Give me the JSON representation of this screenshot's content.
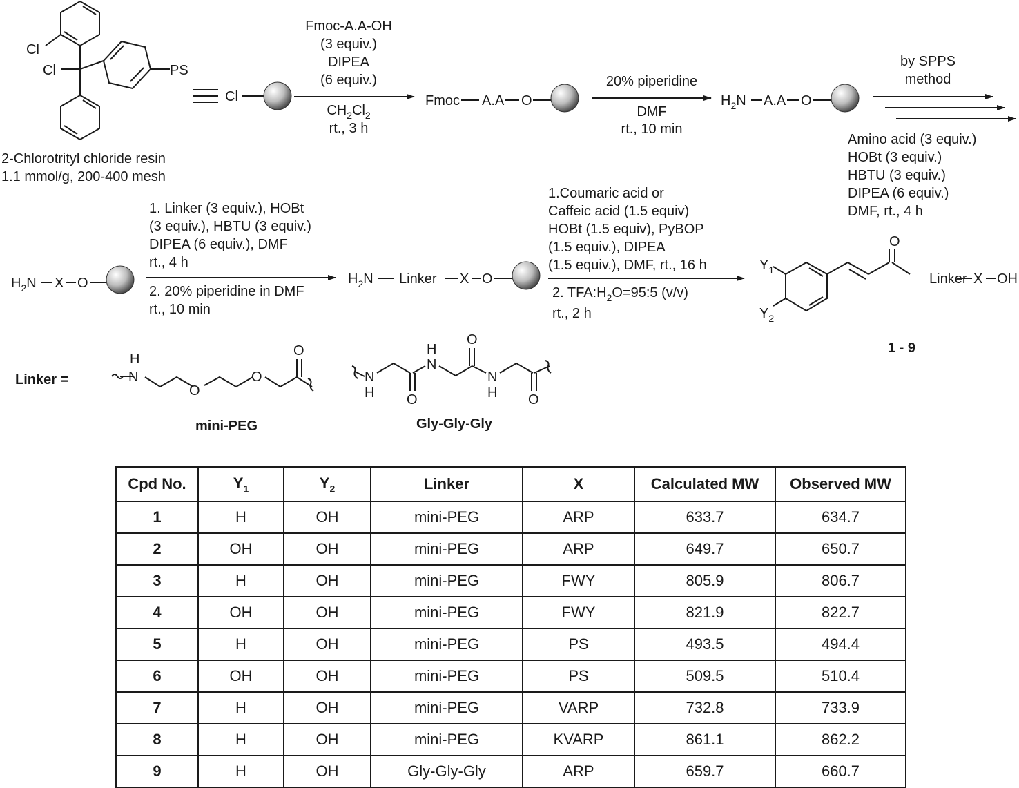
{
  "scheme": {
    "resin_name": "2-Chlorotrityl chloride resin",
    "resin_spec": "1.1 mmol/g, 200-400 mesh",
    "resin_atoms": {
      "cl1": "Cl",
      "cl2": "Cl",
      "ps": "PS",
      "cl3": "Cl"
    },
    "step1": {
      "l1": "Fmoc-A.A-OH",
      "l2": "(3 equiv.)",
      "l3": "DIPEA",
      "l4": "(6 equiv.)",
      "b1": "CH",
      "b1_sub": "2",
      "b1_mid": "Cl",
      "b1_sub2": "2",
      "b2": "rt., 3 h"
    },
    "product1": {
      "fmoc": "Fmoc",
      "aa": "A.A",
      "o": "O"
    },
    "step2": {
      "top": "20% piperidine",
      "b1": "DMF",
      "b2": "rt., 10 min"
    },
    "product2": {
      "h": "H",
      "sub": "2",
      "n": "N",
      "aa": "A.A",
      "o": "O"
    },
    "step3": {
      "t1": "by SPPS",
      "t2": "method",
      "b1": "Amino acid (3 equiv.)",
      "b2": "HOBt (3 equiv.)",
      "b3": "HBTU (3 equiv.)",
      "b4": "DIPEA (6 equiv.)",
      "b5": "DMF,  rt., 4 h"
    },
    "start2": {
      "h": "H",
      "sub": "2",
      "n": "N",
      "x": "X",
      "o": "O"
    },
    "step4": {
      "t1": "1. Linker (3 equiv.), HOBt",
      "t2": "(3 equiv.), HBTU (3 equiv.)",
      "t3": "DIPEA (6 equiv.), DMF",
      "t4": "rt., 4 h",
      "b1": "2. 20% piperidine in DMF",
      "b2": "rt., 10 min"
    },
    "product3": {
      "h": "H",
      "sub": "2",
      "n": "N",
      "linker": "Linker",
      "x": "X",
      "o": "O"
    },
    "step5": {
      "t1": "1.Coumaric acid or",
      "t2": "Caffeic acid (1.5 equiv)",
      "t3": "HOBt (1.5 equiv), PyBOP",
      "t4": "(1.5 equiv.), DIPEA",
      "t5": "(1.5 equiv.), DMF,  rt., 16 h",
      "b1": "2. TFA:H",
      "b1_sub": "2",
      "b1_rest": "O=95:5 (v/v)",
      "b2": "rt., 2 h"
    },
    "final": {
      "y": "Y",
      "y1_sub": "1",
      "y2_sub": "2",
      "o": "O",
      "linker": "Linker",
      "x": "X",
      "oh": "OH",
      "compound_range": "1 - 9"
    },
    "linker_def": {
      "label": "Linker =",
      "minipeg_name": "mini-PEG",
      "ggg_name": "Gly-Gly-Gly",
      "h": "H",
      "n": "N",
      "o": "O"
    }
  },
  "table": {
    "headers": {
      "cpd": "Cpd No.",
      "y": "Y",
      "y1_sub": "1",
      "y2_sub": "2",
      "linker": "Linker",
      "x": "X",
      "calc": "Calculated MW",
      "obs": "Observed MW"
    },
    "rows": [
      {
        "cpd": "1",
        "y1": "H",
        "y2": "OH",
        "linker": "mini-PEG",
        "x": "ARP",
        "calc": "633.7",
        "obs": "634.7"
      },
      {
        "cpd": "2",
        "y1": "OH",
        "y2": "OH",
        "linker": "mini-PEG",
        "x": "ARP",
        "calc": "649.7",
        "obs": "650.7"
      },
      {
        "cpd": "3",
        "y1": "H",
        "y2": "OH",
        "linker": "mini-PEG",
        "x": "FWY",
        "calc": "805.9",
        "obs": "806.7"
      },
      {
        "cpd": "4",
        "y1": "OH",
        "y2": "OH",
        "linker": "mini-PEG",
        "x": "FWY",
        "calc": "821.9",
        "obs": "822.7"
      },
      {
        "cpd": "5",
        "y1": "H",
        "y2": "OH",
        "linker": "mini-PEG",
        "x": "PS",
        "calc": "493.5",
        "obs": "494.4"
      },
      {
        "cpd": "6",
        "y1": "OH",
        "y2": "OH",
        "linker": "mini-PEG",
        "x": "PS",
        "calc": "509.5",
        "obs": "510.4"
      },
      {
        "cpd": "7",
        "y1": "H",
        "y2": "OH",
        "linker": "mini-PEG",
        "x": "VARP",
        "calc": "732.8",
        "obs": "733.9"
      },
      {
        "cpd": "8",
        "y1": "H",
        "y2": "OH",
        "linker": "mini-PEG",
        "x": "KVARP",
        "calc": "861.1",
        "obs": "862.2"
      },
      {
        "cpd": "9",
        "y1": "H",
        "y2": "OH",
        "linker": "Gly-Gly-Gly",
        "x": "ARP",
        "calc": "659.7",
        "obs": "660.7"
      }
    ]
  }
}
